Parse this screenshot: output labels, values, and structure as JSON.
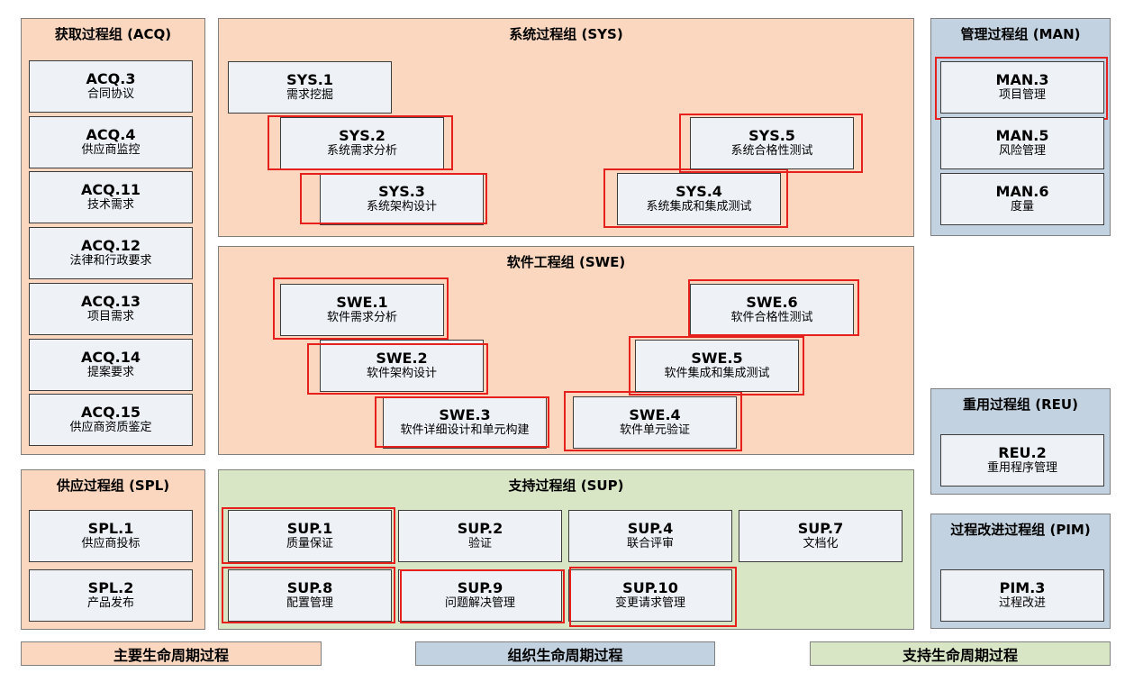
{
  "colors": {
    "primary": "#fad7be",
    "organizational": "#c3d2e0",
    "supporting": "#d9e6c5",
    "process_box": "#eef2f7",
    "highlight": "#e5201d"
  },
  "groups": {
    "acq": {
      "title": "获取过程组 (ACQ)",
      "processes": [
        {
          "id": "ACQ.3",
          "name": "合同协议"
        },
        {
          "id": "ACQ.4",
          "name": "供应商监控"
        },
        {
          "id": "ACQ.11",
          "name": "技术需求"
        },
        {
          "id": "ACQ.12",
          "name": "法律和行政要求"
        },
        {
          "id": "ACQ.13",
          "name": "项目需求"
        },
        {
          "id": "ACQ.14",
          "name": "提案要求"
        },
        {
          "id": "ACQ.15",
          "name": "供应商资质鉴定"
        }
      ]
    },
    "spl": {
      "title": "供应过程组 (SPL)",
      "processes": [
        {
          "id": "SPL.1",
          "name": "供应商投标"
        },
        {
          "id": "SPL.2",
          "name": "产品发布"
        }
      ]
    },
    "sys": {
      "title": "系统过程组 (SYS)",
      "processes": [
        {
          "id": "SYS.1",
          "name": "需求挖掘"
        },
        {
          "id": "SYS.2",
          "name": "系统需求分析"
        },
        {
          "id": "SYS.3",
          "name": "系统架构设计"
        },
        {
          "id": "SYS.4",
          "name": "系统集成和集成测试"
        },
        {
          "id": "SYS.5",
          "name": "系统合格性测试"
        }
      ]
    },
    "swe": {
      "title": "软件工程组 (SWE)",
      "processes": [
        {
          "id": "SWE.1",
          "name": "软件需求分析"
        },
        {
          "id": "SWE.2",
          "name": "软件架构设计"
        },
        {
          "id": "SWE.3",
          "name": "软件详细设计和单元构建"
        },
        {
          "id": "SWE.4",
          "name": "软件单元验证"
        },
        {
          "id": "SWE.5",
          "name": "软件集成和集成测试"
        },
        {
          "id": "SWE.6",
          "name": "软件合格性测试"
        }
      ]
    },
    "sup": {
      "title": "支持过程组 (SUP)",
      "processes": [
        {
          "id": "SUP.1",
          "name": "质量保证"
        },
        {
          "id": "SUP.2",
          "name": "验证"
        },
        {
          "id": "SUP.4",
          "name": "联合评审"
        },
        {
          "id": "SUP.7",
          "name": "文档化"
        },
        {
          "id": "SUP.8",
          "name": "配置管理"
        },
        {
          "id": "SUP.9",
          "name": "问题解决管理"
        },
        {
          "id": "SUP.10",
          "name": "变更请求管理"
        }
      ]
    },
    "man": {
      "title": "管理过程组 (MAN)",
      "processes": [
        {
          "id": "MAN.3",
          "name": "项目管理"
        },
        {
          "id": "MAN.5",
          "name": "风险管理"
        },
        {
          "id": "MAN.6",
          "name": "度量"
        }
      ]
    },
    "reu": {
      "title": "重用过程组 (REU)",
      "processes": [
        {
          "id": "REU.2",
          "name": "重用程序管理"
        }
      ]
    },
    "pim": {
      "title": "过程改进过程组 (PIM)",
      "processes": [
        {
          "id": "PIM.3",
          "name": "过程改进"
        }
      ]
    }
  },
  "legend": {
    "primary": "主要生命周期过程",
    "organizational": "组织生命周期过程",
    "supporting": "支持生命周期过程"
  }
}
